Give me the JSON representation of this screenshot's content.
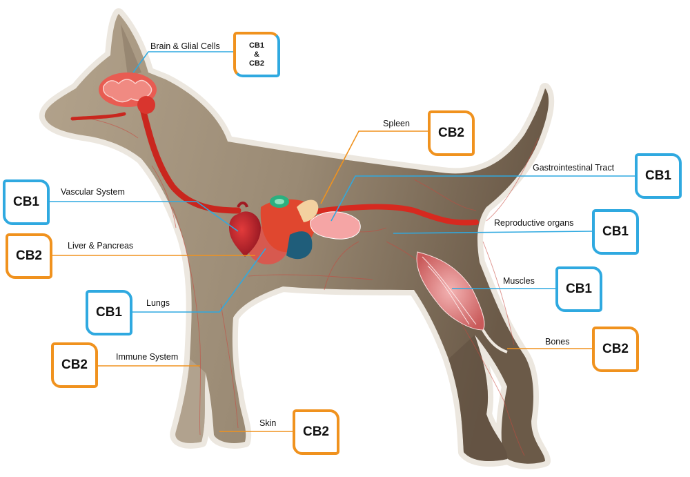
{
  "colors": {
    "cb1_blue": "#2fa9e0",
    "cb2_orange": "#f0921e",
    "body_brown": "#a4937d",
    "vessel_red": "#d7291f"
  },
  "annotations": [
    {
      "id": "brain",
      "label": "Brain & Glial Cells",
      "badge": [
        "CB1",
        "&",
        "CB2"
      ],
      "color": "mixed"
    },
    {
      "id": "spleen",
      "label": "Spleen",
      "badge": [
        "CB2"
      ],
      "color": "orange"
    },
    {
      "id": "gi",
      "label": "Gastrointestinal Tract",
      "badge": [
        "CB1"
      ],
      "color": "blue"
    },
    {
      "id": "vascular",
      "label": "Vascular System",
      "badge": [
        "CB1"
      ],
      "color": "blue"
    },
    {
      "id": "reproductive",
      "label": "Reproductive organs",
      "badge": [
        "CB1"
      ],
      "color": "blue"
    },
    {
      "id": "liver",
      "label": "Liver & Pancreas",
      "badge": [
        "CB2"
      ],
      "color": "orange"
    },
    {
      "id": "muscles",
      "label": "Muscles",
      "badge": [
        "CB1"
      ],
      "color": "blue"
    },
    {
      "id": "lungs",
      "label": "Lungs",
      "badge": [
        "CB1"
      ],
      "color": "blue"
    },
    {
      "id": "bones",
      "label": "Bones",
      "badge": [
        "CB2"
      ],
      "color": "orange"
    },
    {
      "id": "immune",
      "label": "Immune System",
      "badge": [
        "CB2"
      ],
      "color": "orange"
    },
    {
      "id": "skin",
      "label": "Skin",
      "badge": [
        "CB2"
      ],
      "color": "orange"
    }
  ]
}
